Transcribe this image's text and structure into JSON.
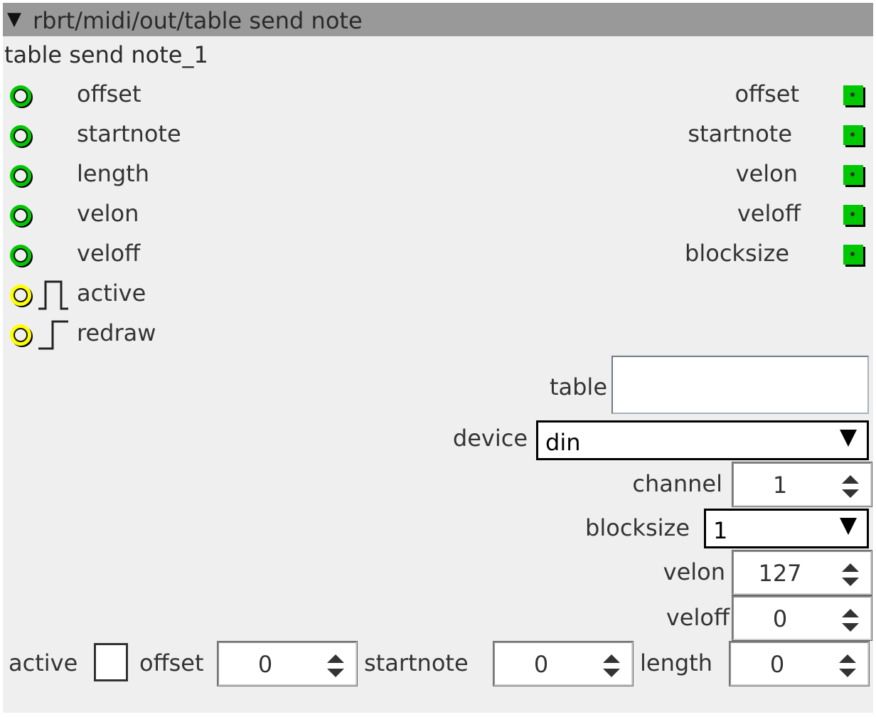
{
  "object": {
    "path": "rbrt/midi/out/table send note",
    "instance_name": "table send note_1"
  },
  "inlets": [
    {
      "label": "offset",
      "color": "#00c800",
      "type": "int"
    },
    {
      "label": "startnote",
      "color": "#00c800",
      "type": "int"
    },
    {
      "label": "length",
      "color": "#00c800",
      "type": "int"
    },
    {
      "label": "velon",
      "color": "#00c800",
      "type": "int"
    },
    {
      "label": "veloff",
      "color": "#00c800",
      "type": "int"
    },
    {
      "label": "active",
      "color": "#ffff00",
      "type": "bool-pulse"
    },
    {
      "label": "redraw",
      "color": "#ffff00",
      "type": "bool-step"
    }
  ],
  "outlets": [
    {
      "label": "offset",
      "color": "#00c800"
    },
    {
      "label": "startnote",
      "color": "#00c800"
    },
    {
      "label": "velon",
      "color": "#00c800"
    },
    {
      "label": "veloff",
      "color": "#00c800"
    },
    {
      "label": "blocksize",
      "color": "#00c800"
    }
  ],
  "params": {
    "table": {
      "label": "table",
      "value": ""
    },
    "device": {
      "label": "device",
      "value": "din"
    },
    "channel": {
      "label": "channel",
      "value": "1"
    },
    "blocksize": {
      "label": "blocksize",
      "value": "1"
    },
    "velon": {
      "label": "velon",
      "value": "127"
    },
    "veloff": {
      "label": "veloff",
      "value": "0"
    }
  },
  "bottom": {
    "active": {
      "label": "active",
      "checked": false
    },
    "offset": {
      "label": "offset",
      "value": "0"
    },
    "startnote": {
      "label": "startnote",
      "value": "0"
    },
    "length": {
      "label": "length",
      "value": "0"
    }
  },
  "colors": {
    "title_bar": "#999999",
    "panel": "#efefef",
    "int_port": "#00c800",
    "bool_port": "#ffff00"
  }
}
